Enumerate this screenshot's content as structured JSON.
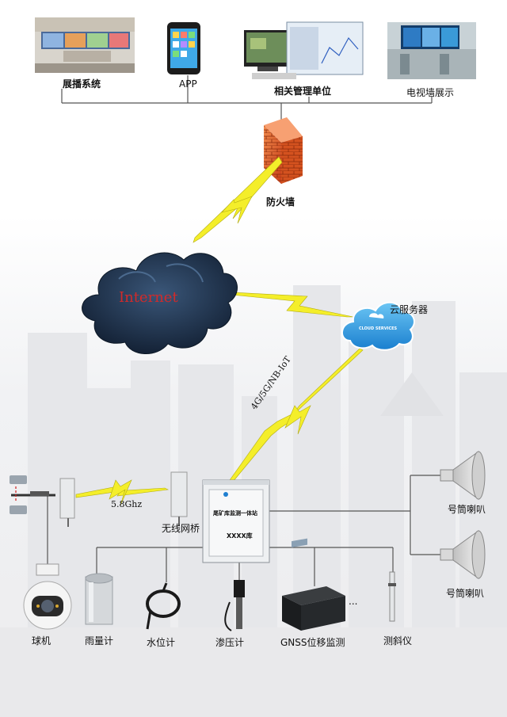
{
  "top_row": {
    "display_system": "展播系统",
    "app": "APP",
    "management": "相关管理单位",
    "video_wall": "电视墙展示"
  },
  "firewall": "防火墙",
  "internet": "Internet",
  "cloud": {
    "label": "云服务器",
    "badge": "CLOUD SERVICES"
  },
  "link_4g": "4G/5G/NB-IoT",
  "link_58": "5.8Ghz",
  "bridge": "无线网桥",
  "station": {
    "title": "尾矿库监测一体站",
    "sub": "XXXX库"
  },
  "horns": [
    "号筒喇叭",
    "号筒喇叭"
  ],
  "sensors": {
    "dome_camera": "球机",
    "rain_gauge": "雨量计",
    "water_level": "水位计",
    "seepage": "渗压计",
    "gnss": "GNSS位移监测",
    "inclinometer": "测斜仪",
    "ellipsis": "..."
  },
  "colors": {
    "bolt": "#f4ee2a",
    "firewall": "#e8612a",
    "cloud_dark": "#1e3048",
    "cloud_blue": "#2f9be0"
  }
}
